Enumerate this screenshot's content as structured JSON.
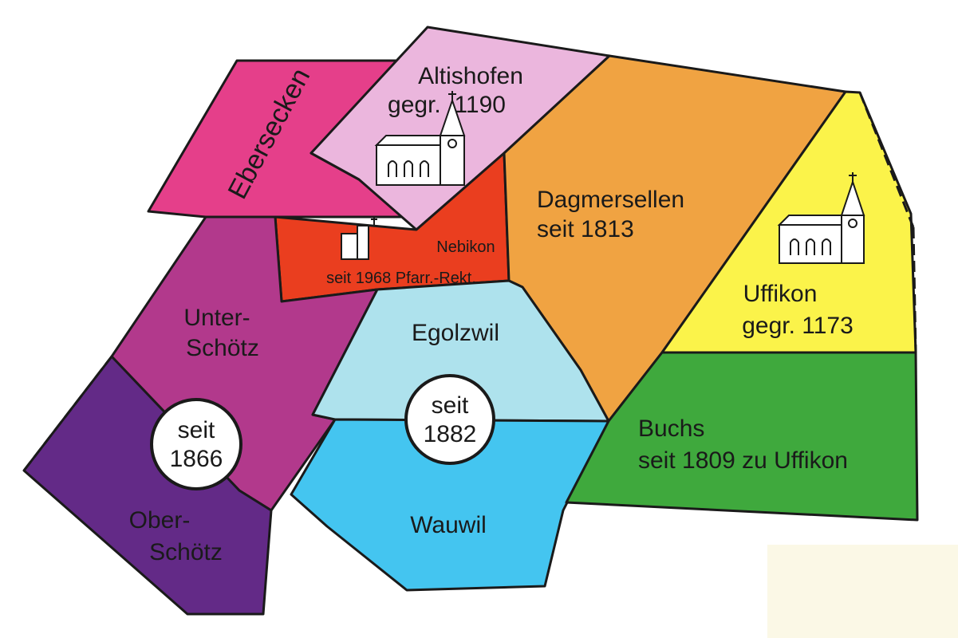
{
  "map": {
    "regions": [
      {
        "id": "ebersecken",
        "color": "#e53f8a",
        "lines": [
          "Ebersecken"
        ]
      },
      {
        "id": "altishofen",
        "color": "#ebb6dd",
        "lines": [
          "Altishofen",
          "gegr.  1190"
        ]
      },
      {
        "id": "nebikon",
        "color": "#ea3e1f",
        "lines": [
          "Nebikon",
          "seit 1968 Pfarr.-Rekt."
        ]
      },
      {
        "id": "dagmersellen",
        "color": "#f0a342",
        "lines": [
          "Dagmersellen",
          "seit 1813"
        ]
      },
      {
        "id": "uffikon",
        "color": "#fbf34a",
        "lines": [
          "Uffikon",
          "gegr. 1173"
        ]
      },
      {
        "id": "unter-schoetz",
        "color": "#b2398c",
        "lines": [
          "Unter-",
          "Schötz"
        ]
      },
      {
        "id": "ober-schoetz",
        "color": "#632a87",
        "lines": [
          "Ober-",
          "Schötz"
        ]
      },
      {
        "id": "egolzwil",
        "color": "#aee2ed",
        "lines": [
          "Egolzwil"
        ]
      },
      {
        "id": "wauwil",
        "color": "#44c5f0",
        "lines": [
          "Wauwil"
        ]
      },
      {
        "id": "buchs",
        "color": "#3fa93d",
        "lines": [
          "Buchs",
          "seit 1809 zu Uffikon"
        ]
      }
    ],
    "badges": [
      {
        "id": "schoetz",
        "lines": [
          "seit",
          "1866"
        ]
      },
      {
        "id": "egolzwil-wauwil",
        "lines": [
          "seit",
          "1882"
        ]
      }
    ],
    "icons": [
      "church-icon",
      "church-icon",
      "chapel-icon"
    ]
  }
}
